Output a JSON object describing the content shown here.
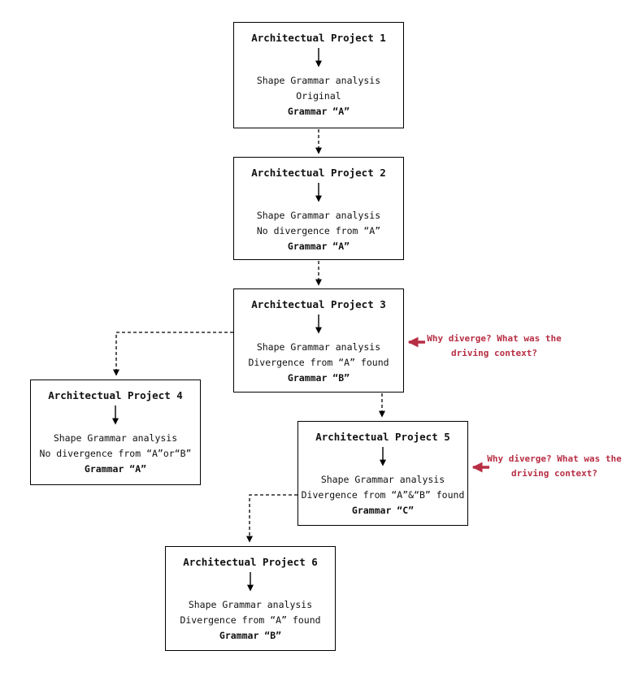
{
  "colors": {
    "annotation": "#b82e44",
    "box_border": "#000000",
    "text": "#111111",
    "background": "#ffffff"
  },
  "boxes": [
    {
      "title": "Architectual Project 1",
      "analysis": "Shape Grammar analysis",
      "result": "Original",
      "grammar": "Grammar “A”"
    },
    {
      "title": "Architectual Project 2",
      "analysis": "Shape Grammar analysis",
      "result": "No divergence from “A”",
      "grammar": "Grammar “A”"
    },
    {
      "title": "Architectual Project 3",
      "analysis": "Shape Grammar analysis",
      "result": "Divergence from “A” found",
      "grammar": "Grammar “B”"
    },
    {
      "title": "Architectual Project 4",
      "analysis": "Shape Grammar analysis",
      "result": "No divergence from “A”or“B”",
      "grammar": "Grammar “A”"
    },
    {
      "title": "Architectual Project 5",
      "analysis": "Shape Grammar analysis",
      "result": "Divergence from “A”&“B” found",
      "grammar": "Grammar “C”"
    },
    {
      "title": "Architectual Project 6",
      "analysis": "Shape Grammar analysis",
      "result": "Divergence from “A” found",
      "grammar": "Grammar “B”"
    }
  ],
  "annotations": [
    {
      "line1": "Why diverge? What was the",
      "line2": "driving context?"
    },
    {
      "line1": "Why diverge? What was the",
      "line2": "driving context?"
    }
  ]
}
